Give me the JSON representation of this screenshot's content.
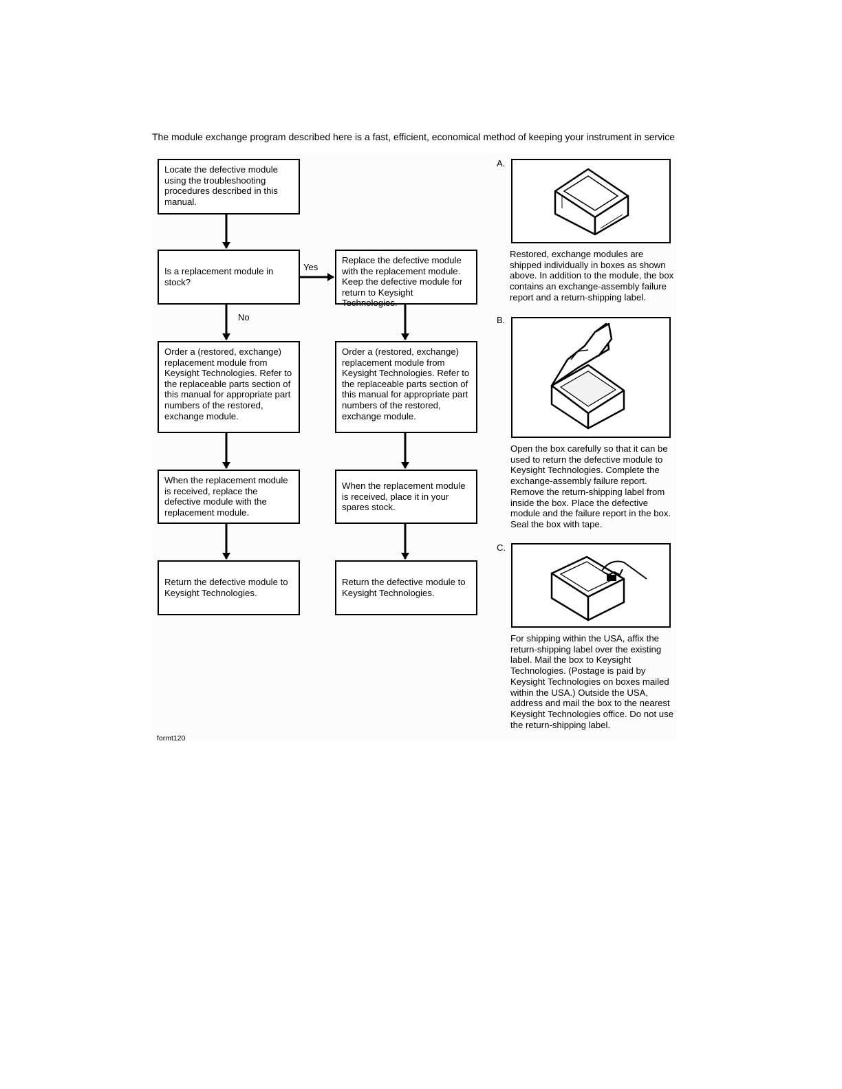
{
  "intro": "The module exchange program described here is a fast, efficient, economical method of keeping your instrument in service",
  "flowchart": {
    "locate": "Locate the defective module using the troubleshooting procedures described in this manual.",
    "decision": "Is a replacement module in stock?",
    "yes_label": "Yes",
    "no_label": "No",
    "replace": "Replace the defective module with the replacement module. Keep the defective module for return to Keysight Technologies.",
    "order_left": "Order a (restored, exchange) replacement module from Keysight Technologies. Refer to the replaceable parts section of this manual for appropriate part numbers of the restored, exchange module.",
    "order_right": "Order a (restored, exchange) replacement module from Keysight Technologies. Refer to the replaceable parts section of this manual for appropriate part numbers of the restored, exchange module.",
    "received_left": "When the replacement module is received, replace the defective module with the replacement module.",
    "received_right": "When the replacement module is received, place it in your spares stock.",
    "return_left": "Return the defective module to Keysight Technologies.",
    "return_right": "Return the defective module to Keysight Technologies."
  },
  "steps": {
    "a_letter": "A.",
    "a_caption": "Restored, exchange modules are shipped individually in boxes as shown above. In addition to the module, the box contains an exchange-assembly failure report and a return-shipping label.",
    "b_letter": "B.",
    "b_caption": "Open the box carefully so that it can be used to return the defective module to Keysight Technologies. Complete the exchange-assembly failure report. Remove the return-shipping label from inside the box. Place the defective module and the failure report in the box. Seal the box with tape.",
    "c_letter": "C.",
    "c_caption": "For shipping within the USA, affix the return-shipping label over the existing label. Mail the box to Keysight Technologies. (Postage is paid by Keysight Technologies on boxes mailed within the USA.) Outside the USA, address and mail the box to the nearest Keysight Technologies office. Do not use the return-shipping label."
  },
  "figure_id": "formt120"
}
